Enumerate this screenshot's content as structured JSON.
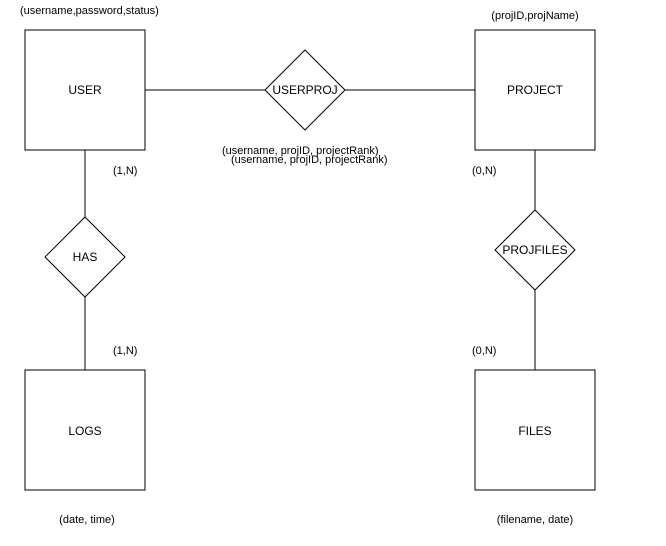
{
  "entities": {
    "user": "USER",
    "project": "PROJECT",
    "logs": "LOGS",
    "files": "FILES"
  },
  "relationships": {
    "userproj": "USERPROJ",
    "has": "HAS",
    "projfiles": "PROJFILES"
  },
  "attributes": {
    "user": "(username,password,status)",
    "project": "(projID,projName)",
    "userproj_1": "(username, projID, projectRank)",
    "userproj_2": "(username, projID, projectRank)",
    "logs": "(date, time)",
    "files": "(filename, date)"
  },
  "cardinalities": {
    "user_has": "(1,N)",
    "logs_has": "(1,N)",
    "project_projfiles": "(0,N)",
    "files_projfiles": "(0,N)"
  }
}
